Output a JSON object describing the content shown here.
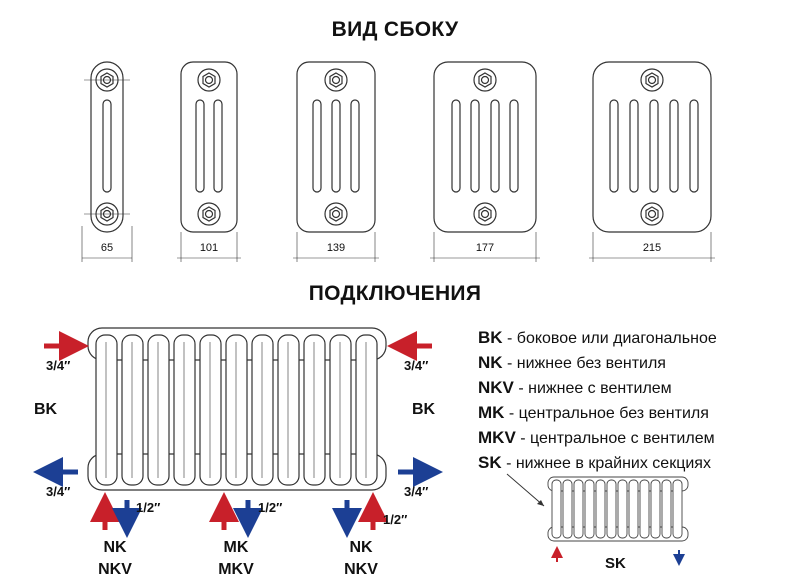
{
  "headings": {
    "side_view": "ВИД СБОКУ",
    "connections": "ПОДКЛЮЧЕНИЯ"
  },
  "side_views": [
    {
      "width_label": "65",
      "tubes": 1
    },
    {
      "width_label": "101",
      "tubes": 2
    },
    {
      "width_label": "139",
      "tubes": 3
    },
    {
      "width_label": "177",
      "tubes": 4
    },
    {
      "width_label": "215",
      "tubes": 5
    }
  ],
  "connection_labels": {
    "bk": "BK",
    "size_main": "3/4″",
    "size_branch": "1/2″",
    "nk": "NK",
    "nkv": "NKV",
    "mk": "MK",
    "mkv": "MKV",
    "sk": "SK"
  },
  "legend": [
    {
      "code": "BK",
      "text": " - боковое или диагональное"
    },
    {
      "code": "NK",
      "text": " - нижнее без вентиля"
    },
    {
      "code": "NKV",
      "text": " - нижнее с вентилем"
    },
    {
      "code": "MK",
      "text": " - центральное без вентиля"
    },
    {
      "code": "MKV",
      "text": " - центральное с вентилем"
    },
    {
      "code": "SK",
      "text": " - нижнее в крайних секциях"
    }
  ],
  "colors": {
    "supply_arrow": "#c8202a",
    "return_arrow": "#1c3f94",
    "outline": "#333333"
  }
}
